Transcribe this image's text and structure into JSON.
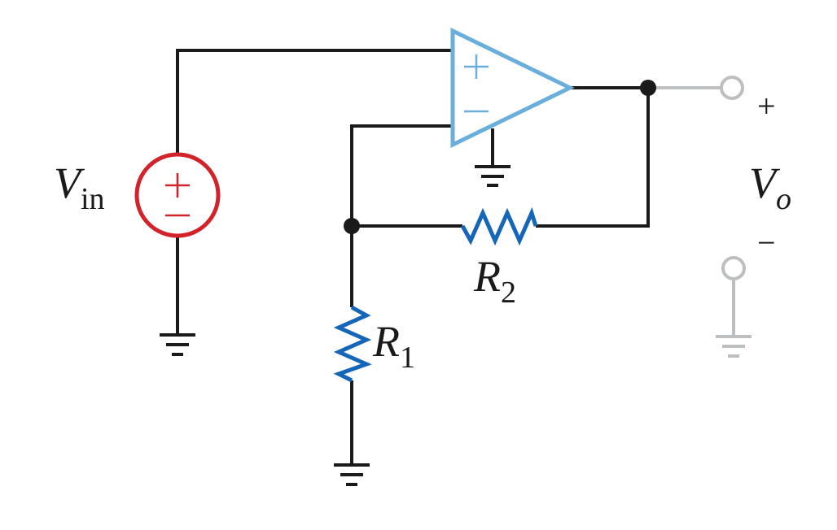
{
  "labels": {
    "vin_main": "V",
    "vin_sub": "in",
    "vo_main": "V",
    "vo_sub": "o",
    "r1_main": "R",
    "r1_sub": "1",
    "r2_main": "R",
    "r2_sub": "2",
    "vo_plus": "+",
    "vo_minus": "−"
  },
  "colors": {
    "wire": "#1a1a1a",
    "output_wire": "#bcbec0",
    "opamp": "#6aaedc",
    "resistor": "#1565b8",
    "source": "#d2232a"
  }
}
